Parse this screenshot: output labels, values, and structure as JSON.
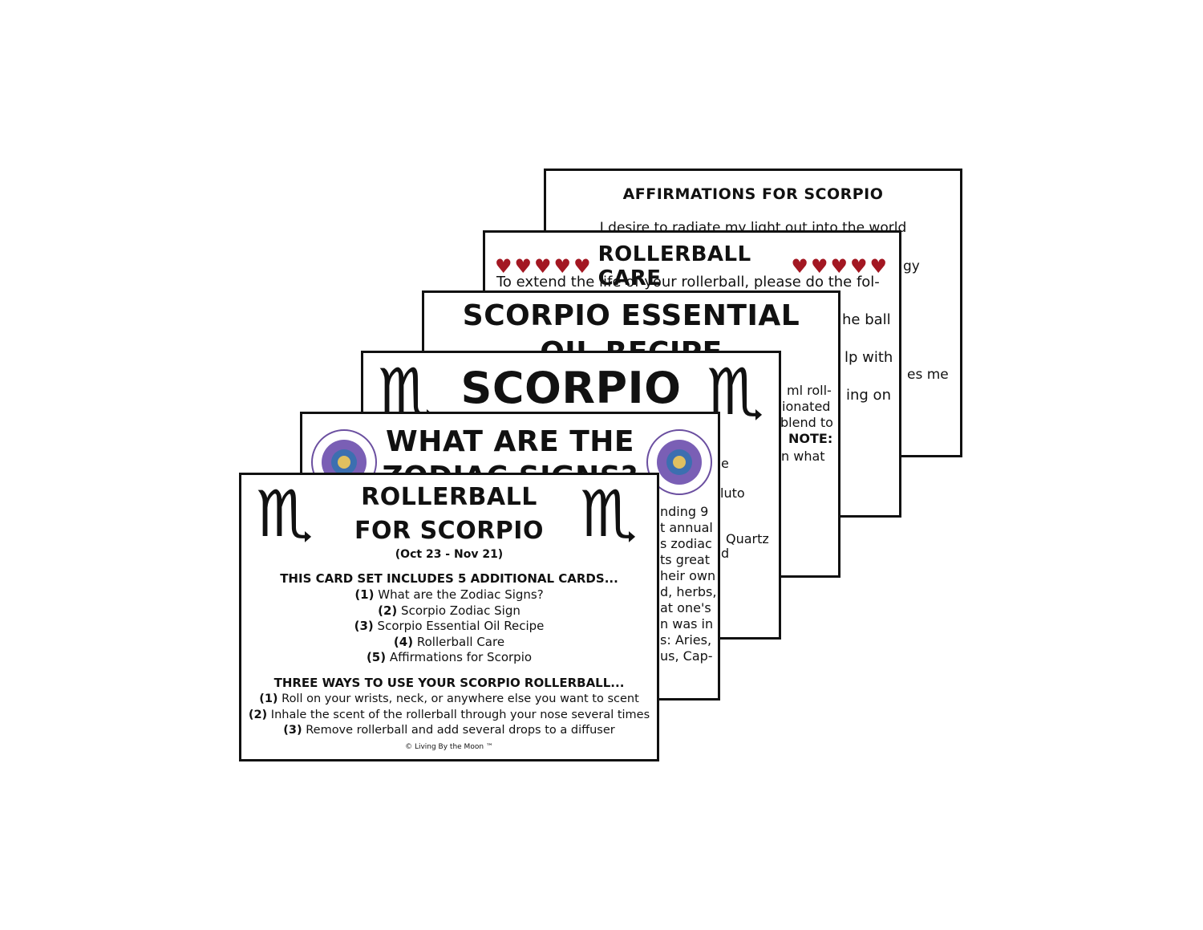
{
  "affirmations_card": {
    "title": "AFFIRMATIONS FOR SCORPIO",
    "lines": [
      "I desire to radiate my light out into the world",
      "gy",
      "es me"
    ]
  },
  "care_card": {
    "hearts_left": "♥♥♥♥♥",
    "title": "ROLLERBALL CARE",
    "hearts_right": "♥♥♥♥♥",
    "intro": "To extend the life of your rollerball, please do the fol-",
    "fragments": [
      "he ball",
      "lp with",
      "ing on"
    ]
  },
  "recipe_card": {
    "title_line1": "SCORPIO ESSENTIAL",
    "title_line2": "OIL RECIPE",
    "fragments": [
      "ml roll-",
      "ionated",
      "blend to",
      "NOTE:",
      "n what"
    ]
  },
  "zodiac_sign_card": {
    "glyph": "♏",
    "title": "SCORPIO",
    "fragments": [
      "e",
      "luto",
      "Quartz",
      "d"
    ]
  },
  "what_card": {
    "title_line1": "WHAT ARE THE",
    "title_line2": "ZODIAC SIGNS?",
    "fragments": [
      "nding 9",
      "t annual",
      "s zodiac",
      "ts great",
      "heir own",
      "d, herbs,",
      "at one's",
      "n was in",
      "s: Aries,",
      "us, Cap-"
    ]
  },
  "front_card": {
    "glyph": "♏",
    "title_line1": "ROLLERBALL",
    "title_line2": "FOR SCORPIO",
    "dates": "(Oct 23 - Nov 21)",
    "includes_heading": "THIS CARD SET INCLUDES 5 ADDITIONAL CARDS...",
    "includes": [
      {
        "num": "(1)",
        "text": "What are the Zodiac Signs?"
      },
      {
        "num": "(2)",
        "text": "Scorpio Zodiac Sign"
      },
      {
        "num": "(3)",
        "text": "Scorpio Essential Oil Recipe"
      },
      {
        "num": "(4)",
        "text": "Rollerball Care"
      },
      {
        "num": "(5)",
        "text": "Affirmations for Scorpio"
      }
    ],
    "ways_heading": "THREE WAYS TO USE YOUR SCORPIO ROLLERBALL...",
    "ways": [
      {
        "num": "(1)",
        "text": "Roll on your wrists, neck, or anywhere else you want to scent"
      },
      {
        "num": "(2)",
        "text": "Inhale the scent of the rollerball through your nose several times"
      },
      {
        "num": "(3)",
        "text": "Remove rollerball and add several drops to a diffuser"
      }
    ],
    "copyright": "© Living By the Moon ™"
  },
  "colors": {
    "heart": "#a31722",
    "border": "#111111",
    "wheel": "#6b4fa0"
  }
}
